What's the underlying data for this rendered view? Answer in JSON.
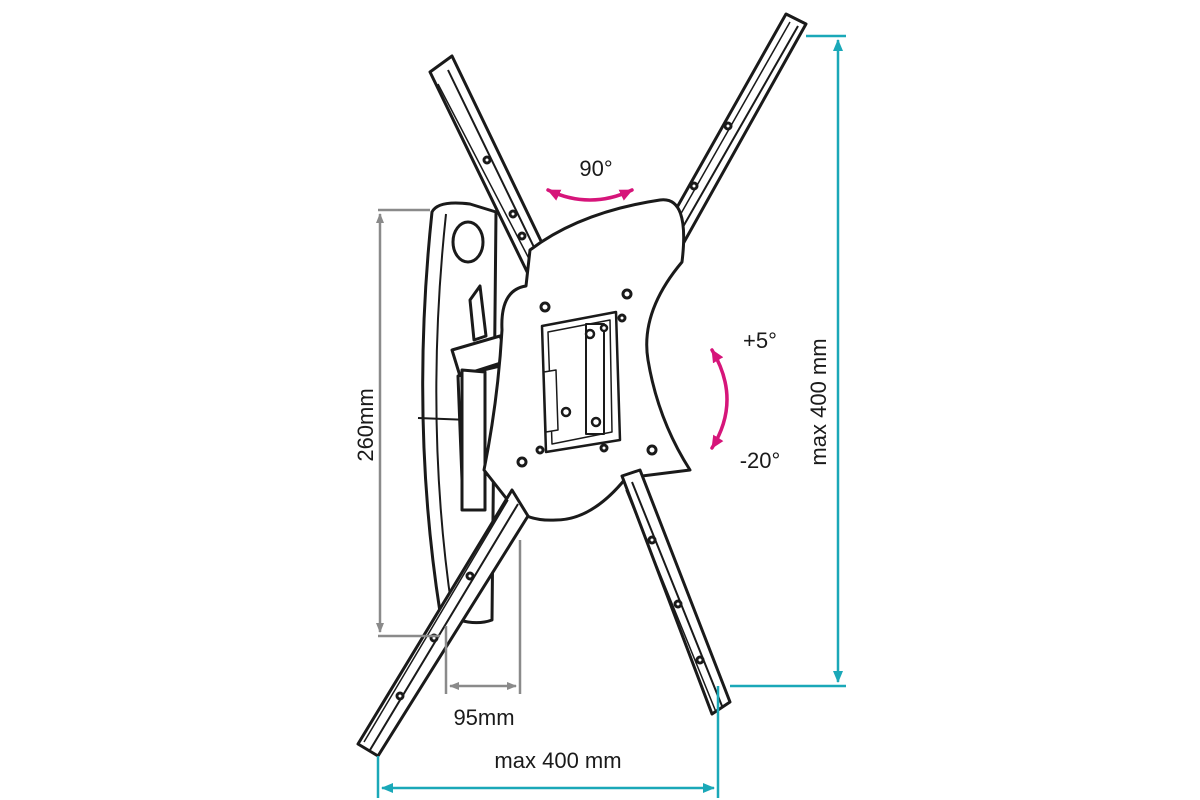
{
  "diagram": {
    "labels": {
      "rotation": "90°",
      "tilt_up": "+5°",
      "tilt_down": "-20°",
      "bracket_height": "260mm",
      "wall_depth": "95mm",
      "max_width": "max 400 mm",
      "max_height": "max 400 mm"
    },
    "colors": {
      "line": "#1a1a1a",
      "dimension_gray": "#8a8a8a",
      "dimension_teal": "#1aa8b8",
      "angle_magenta": "#d6157a"
    },
    "icons": [
      "rotate-arrow-icon",
      "tilt-arrow-icon"
    ]
  }
}
